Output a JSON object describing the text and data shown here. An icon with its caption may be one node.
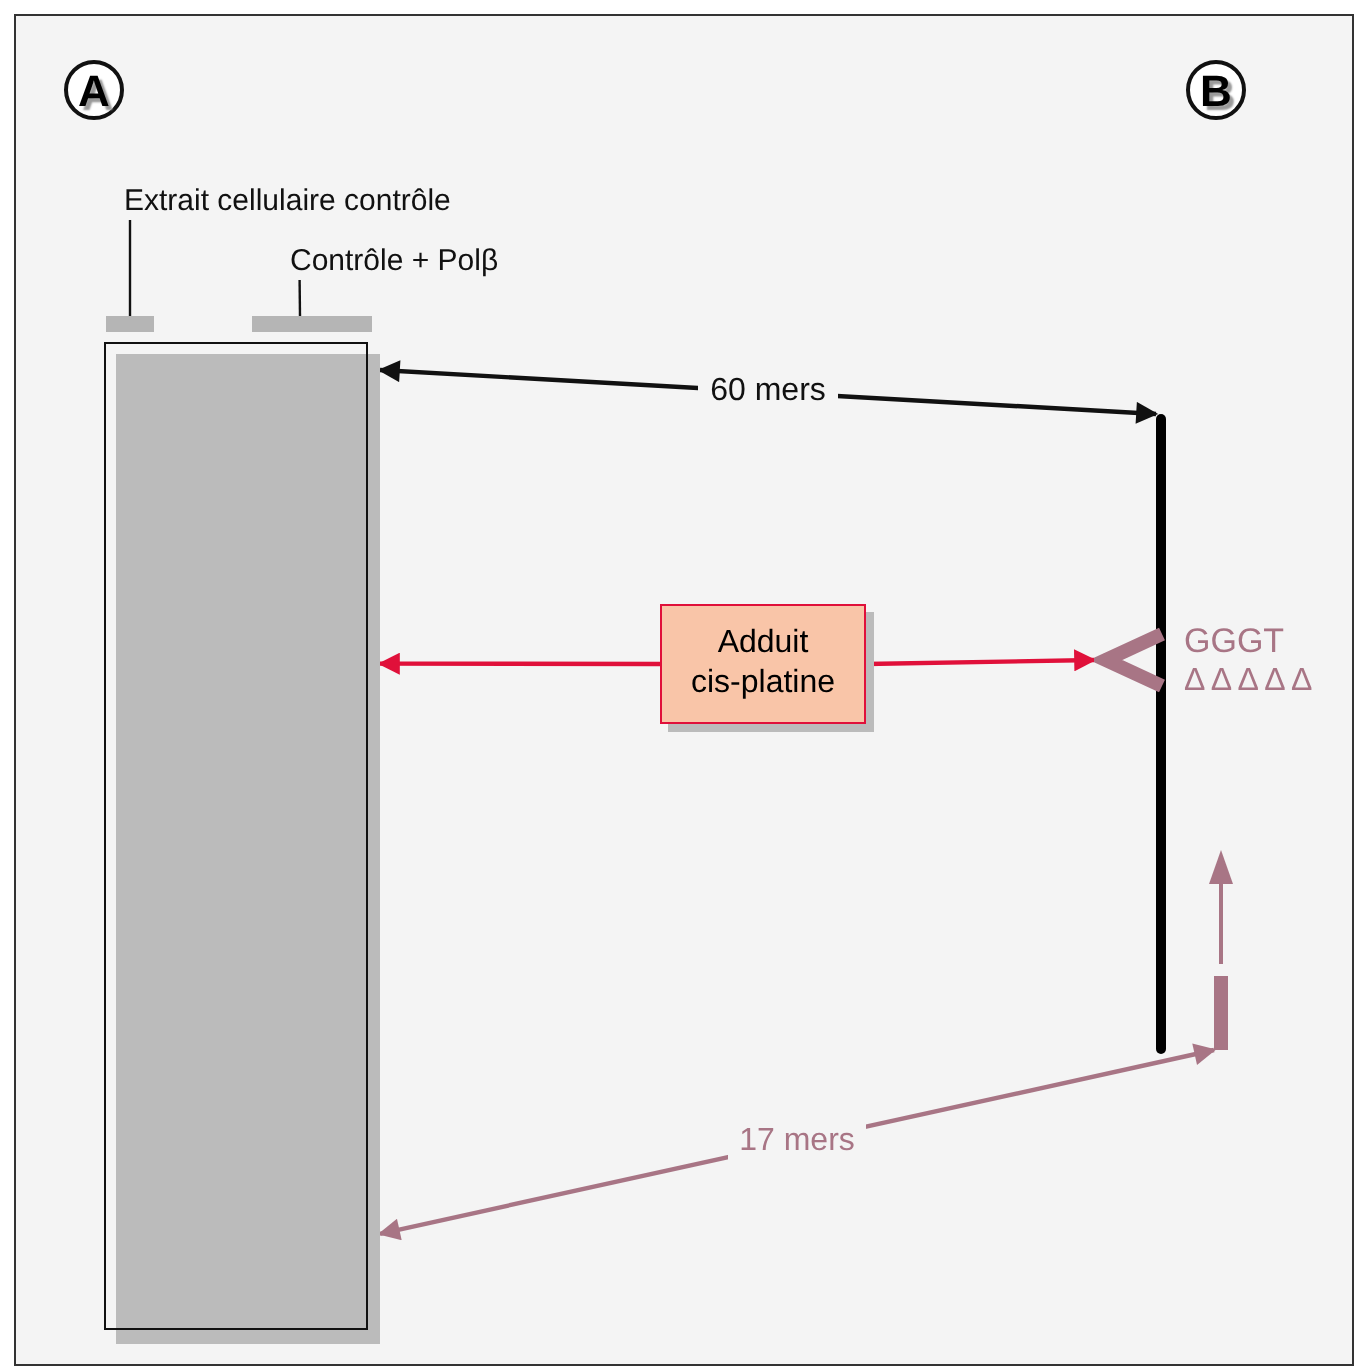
{
  "diagram": {
    "nodes": [
      {
        "text": [],
        "shape": "box"
      },
      {
        "text": [
          "Extrait cellulaire contrôle"
        ]
      },
      {
        "text": [],
        "shape": "bar"
      },
      {
        "text": [
          "Contrôle + Polβ"
        ]
      },
      {
        "text": [],
        "shape": "bar"
      },
      {
        "text": [],
        "shape": "bar"
      },
      {
        "text": [
          "Adduit cis-platine"
        ]
      },
      {
        "text": [],
        "shape": "chevron"
      },
      {
        "text": [],
        "shape": "bar"
      }
    ],
    "edges": [
      {
        "from": 1,
        "to": 2,
        "arrow": "none"
      },
      {
        "from": 3,
        "to": 4,
        "arrow": "none"
      },
      {
        "from": 0,
        "to": 5,
        "arrow": "both",
        "label": "60 mers"
      },
      {
        "from": 6,
        "to": 0,
        "arrow": "to",
        "color": "#e0103a"
      },
      {
        "from": 6,
        "to": 7,
        "arrow": "to",
        "color": "#e0103a"
      },
      {
        "from": 0,
        "to": 8,
        "arrow": "both",
        "label": "17 mers",
        "color": "#a87585"
      }
    ],
    "labels": [
      "A",
      "B",
      "GGGT",
      "Δ Δ Δ Δ Δ"
    ]
  }
}
